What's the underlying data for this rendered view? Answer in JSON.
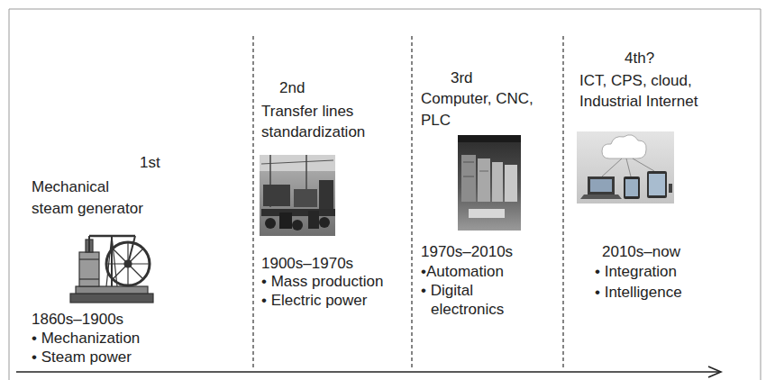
{
  "diagram": {
    "labels": [
      "1st",
      "Mechanical steam generator",
      "1860s–1900s",
      "• Mechanization",
      "• Steam power",
      "2nd",
      "Transfer lines standardization",
      "1900s–1970s",
      "• Mass production",
      "• Electric power",
      "3rd",
      "Computer, CNC, PLC",
      "1970s–2010s",
      "•Automation",
      "• Digital electronics",
      "4th?",
      "ICT, CPS, cloud, Industrial Internet",
      "2010s–now",
      "• Integration",
      "• Intelligence"
    ]
  }
}
